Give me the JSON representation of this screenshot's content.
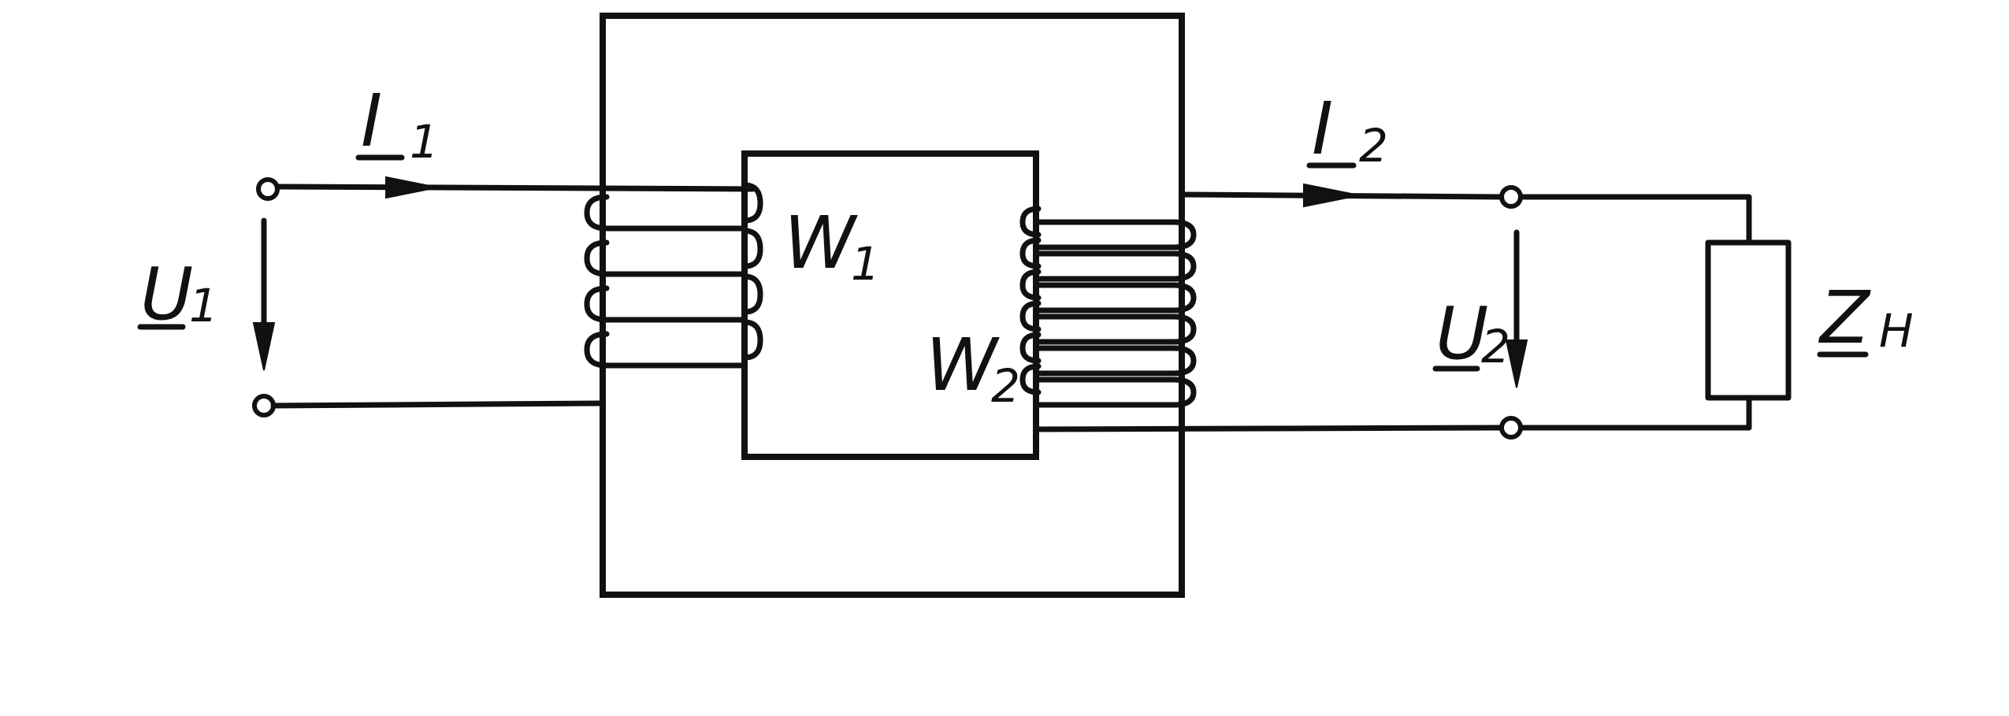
{
  "labels": {
    "i1": {
      "symbol": "I",
      "subscript": "1"
    },
    "i2": {
      "symbol": "I",
      "subscript": "2"
    },
    "u1": {
      "symbol": "U",
      "subscript": "1"
    },
    "u2": {
      "symbol": "U",
      "subscript": "2"
    },
    "w1": {
      "symbol": "W",
      "subscript": "1"
    },
    "w2": {
      "symbol": "W",
      "subscript": "2"
    },
    "zh": {
      "symbol": "Z",
      "subscript": "H"
    }
  },
  "primary_turns": 4,
  "secondary_turns": 6
}
